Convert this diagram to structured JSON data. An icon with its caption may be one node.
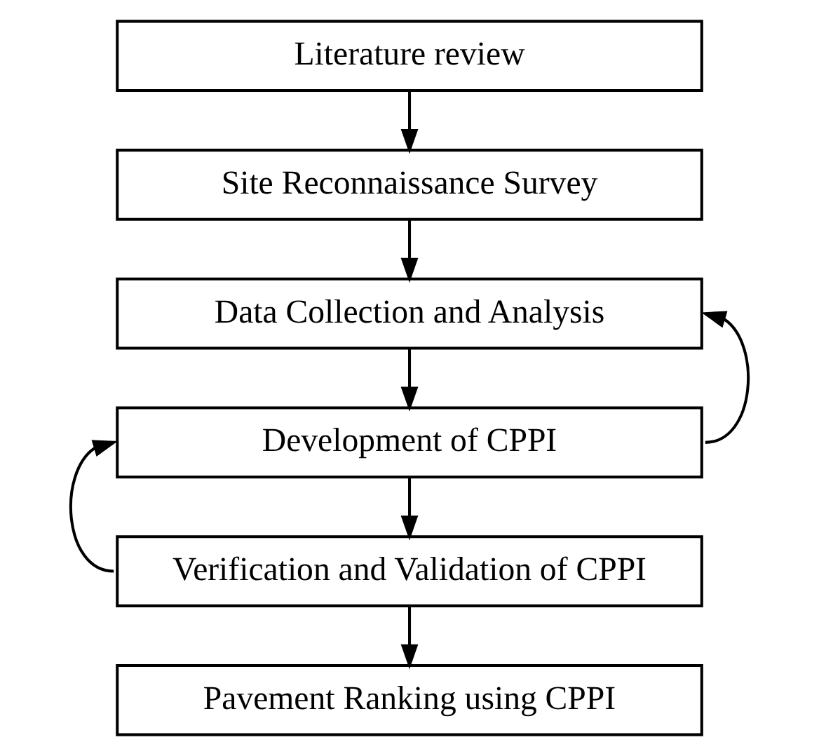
{
  "diagram": {
    "nodes": [
      {
        "text": [
          "Literature review"
        ]
      },
      {
        "text": [
          "Site Reconnaissance Survey"
        ]
      },
      {
        "text": [
          "Data Collection and Analysis"
        ]
      },
      {
        "text": [
          "Development of CPPI"
        ]
      },
      {
        "text": [
          "Verification and Validation of CPPI"
        ]
      },
      {
        "text": [
          "Pavement Ranking using CPPI"
        ]
      }
    ],
    "edges": [
      {
        "from": 0,
        "to": 1,
        "arrow": "to"
      },
      {
        "from": 1,
        "to": 2,
        "arrow": "to"
      },
      {
        "from": 2,
        "to": 3,
        "arrow": "to"
      },
      {
        "from": 3,
        "to": 4,
        "arrow": "to"
      },
      {
        "from": 4,
        "to": 5,
        "arrow": "to"
      },
      {
        "from": 4,
        "to": 3,
        "arrow": "to"
      },
      {
        "from": 3,
        "to": 2,
        "arrow": "to"
      }
    ]
  }
}
